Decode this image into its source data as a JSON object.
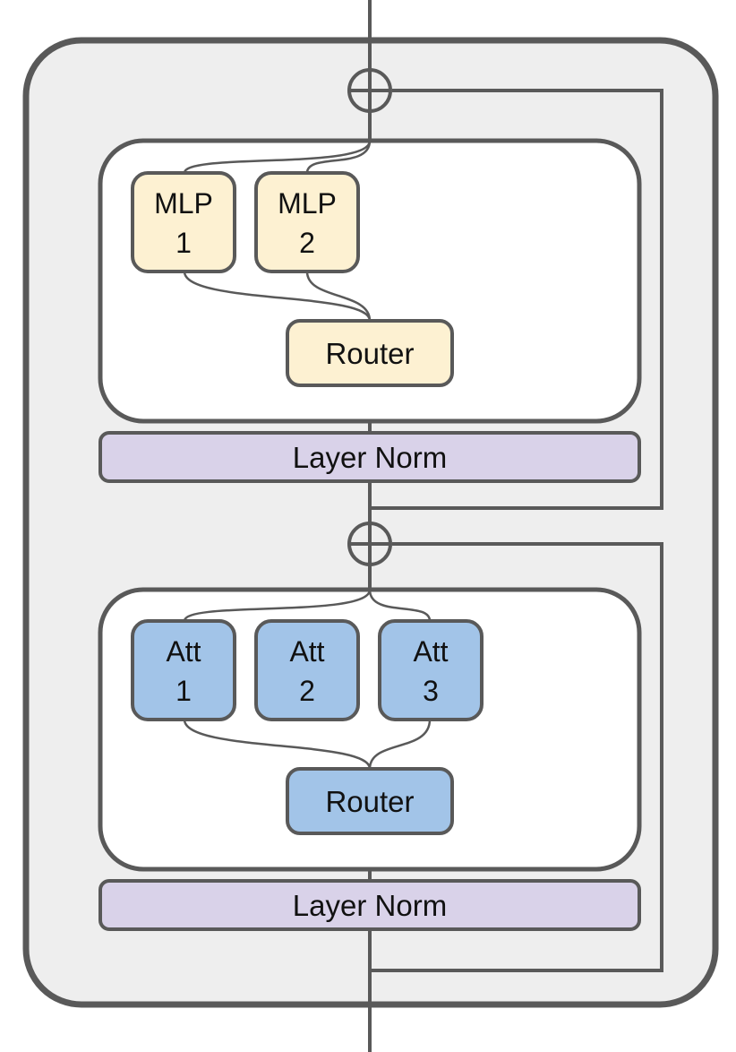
{
  "colors": {
    "outer_fill": "#eeeeee",
    "stroke": "#595959",
    "inner_fill": "#ffffff",
    "mlp_fill": "#fdf1d2",
    "att_fill": "#a2c4e8",
    "norm_fill": "#d9d2e9"
  },
  "moe_mlp_block": {
    "experts": [
      {
        "line1": "MLP",
        "line2": "1"
      },
      {
        "line1": "MLP",
        "line2": "2"
      }
    ],
    "router": "Router",
    "norm": "Layer Norm",
    "add_icon": "circle-plus-icon"
  },
  "moe_attention_block": {
    "experts": [
      {
        "line1": "Att",
        "line2": "1"
      },
      {
        "line1": "Att",
        "line2": "2"
      },
      {
        "line1": "Att",
        "line2": "3"
      }
    ],
    "router": "Router",
    "norm": "Layer Norm",
    "add_icon": "circle-plus-icon"
  }
}
